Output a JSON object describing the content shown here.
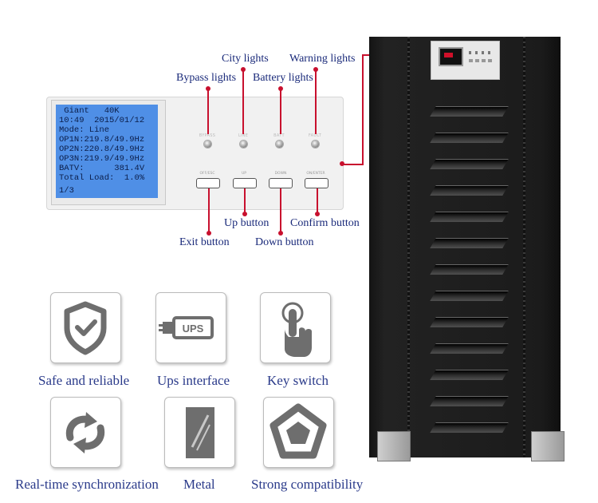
{
  "lcd": {
    "line1": " Giant   40K",
    "line2": "10:49  2015/01/12",
    "line3": "Mode: Line",
    "line4": "OP1N:219.8/49.9Hz",
    "line5": "OP2N:220.8/49.9Hz",
    "line6": "OP3N:219.9/49.9Hz",
    "line7": "BATV:      381.4V",
    "line8": "Total Load:  1.0%",
    "line9": "1/3"
  },
  "callouts": {
    "bypass_lights": "Bypass lights",
    "city_lights": "City lights",
    "battery_lights": "Battery lights",
    "warning_lights": "Warning lights",
    "up_button": "Up button",
    "confirm_button": "Confirm button",
    "exit_button": "Exit button",
    "down_button": "Down button"
  },
  "features": [
    {
      "label": "Safe and reliable",
      "icon": "shield-check-icon"
    },
    {
      "label": "Ups interface",
      "icon": "usb-plug-icon",
      "icon_text": "UPS"
    },
    {
      "label": "Key switch",
      "icon": "hand-press-icon"
    },
    {
      "label": "Real-time synchronization",
      "icon": "sync-arrows-icon"
    },
    {
      "label": "Metal",
      "icon": "metal-sheet-icon"
    },
    {
      "label": "Strong compatibility",
      "icon": "pentagon-icon"
    }
  ],
  "colors": {
    "callout_line": "#c8102e",
    "label_text": "#2a3a8a",
    "lcd_background": "#4f8fe6",
    "icon_gray": "#6e6e6e"
  }
}
